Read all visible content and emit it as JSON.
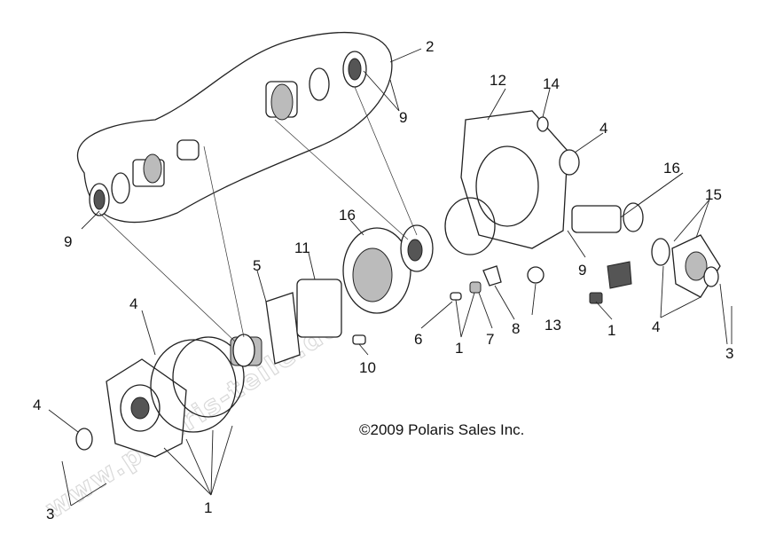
{
  "diagram": {
    "copyright": "©2009 Polaris Sales Inc.",
    "watermark": "www.polaris-teile.de",
    "callouts": [
      "1",
      "2",
      "3",
      "4",
      "5",
      "6",
      "7",
      "8",
      "9",
      "10",
      "11",
      "12",
      "13",
      "14",
      "15",
      "16"
    ],
    "colors": {
      "ink": "#222222",
      "watermark": "#d9d9d9",
      "background": "#ffffff"
    }
  }
}
